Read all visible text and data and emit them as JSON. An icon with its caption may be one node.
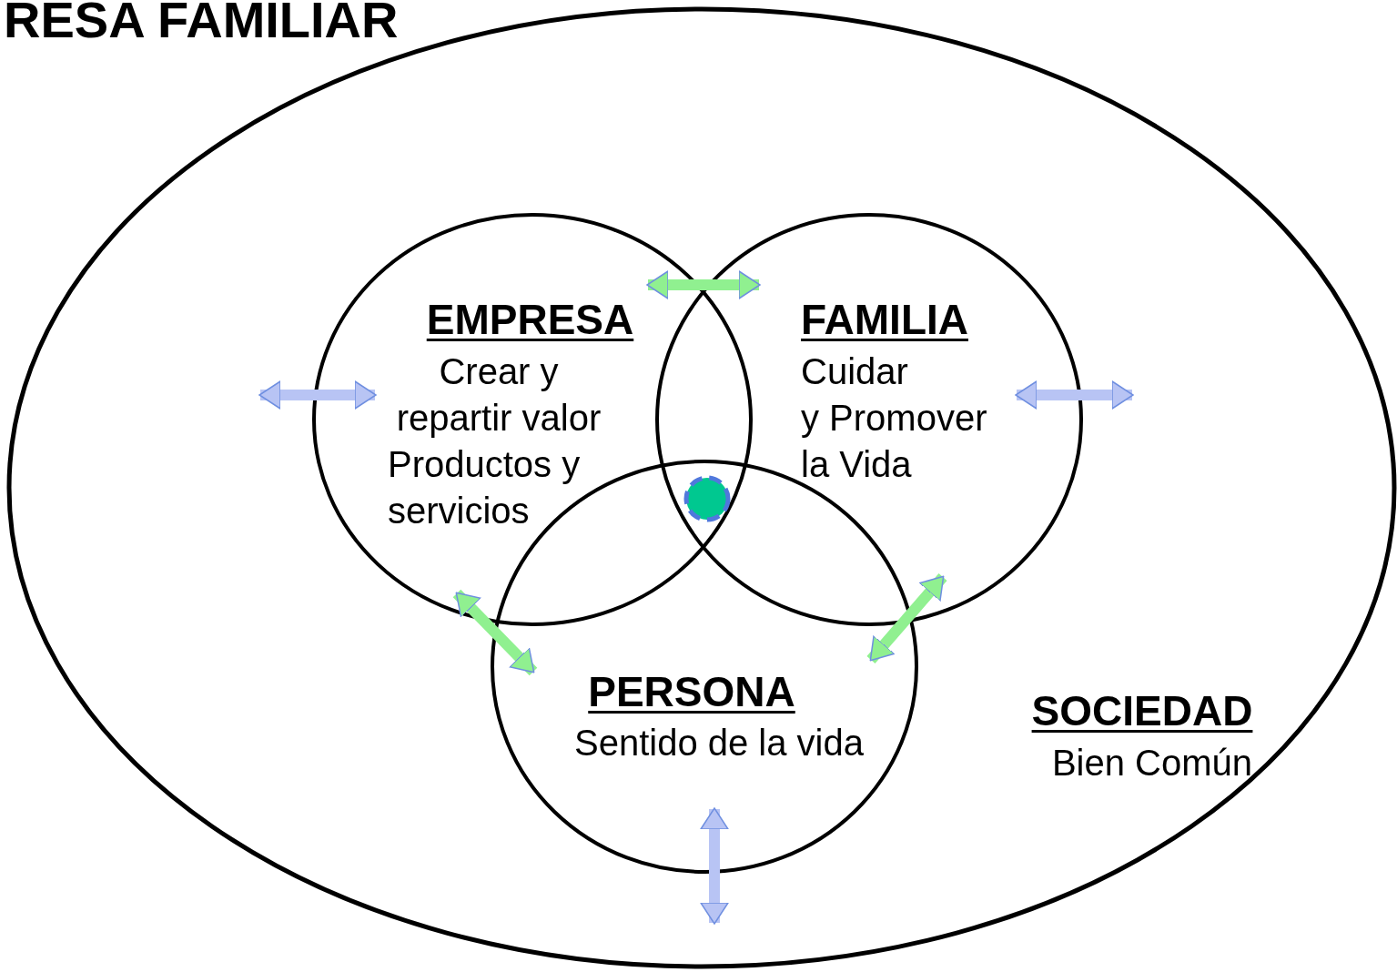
{
  "diagram": {
    "title": "RESA FAMILIAR",
    "nodes": [
      {
        "text": [
          "SOCIEDAD",
          "Bien Común"
        ]
      },
      {
        "text": [
          "EMPRESA",
          "Crear y repartir valor",
          "Productos y servicios"
        ],
        "in": 0
      },
      {
        "text": [
          "FAMILIA",
          "Cuidar",
          "y Promover la Vida"
        ],
        "in": 0
      },
      {
        "text": [
          "PERSONA",
          "Sentido de la vida"
        ],
        "in": 0
      }
    ],
    "edges": [
      {
        "from": 1,
        "to": 2,
        "arrow": "both",
        "color": "#90f090"
      },
      {
        "from": 1,
        "to": 3,
        "arrow": "both",
        "color": "#90f090"
      },
      {
        "from": 2,
        "to": 3,
        "arrow": "both",
        "color": "#90f090"
      },
      {
        "from": null,
        "to": 1,
        "arrow": "both",
        "color": "#b8c4f4"
      },
      {
        "from": 2,
        "to": null,
        "arrow": "both",
        "color": "#b8c4f4"
      },
      {
        "from": 3,
        "to": null,
        "arrow": "both",
        "color": "#b8c4f4"
      }
    ]
  }
}
